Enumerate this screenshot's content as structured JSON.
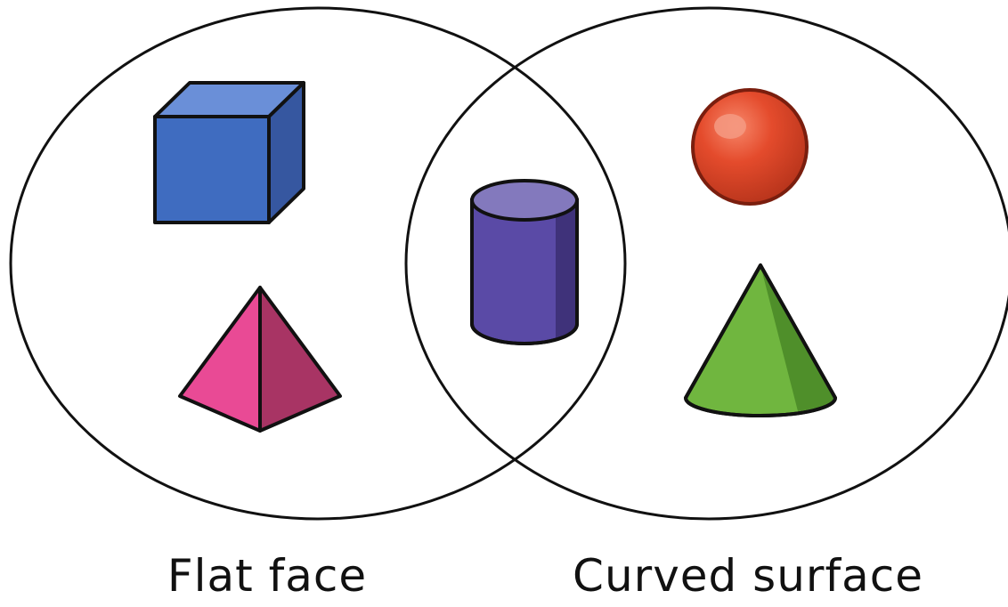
{
  "venn": {
    "sets": [
      {
        "label": "Flat face",
        "items": [
          "cube",
          "pyramid"
        ]
      },
      {
        "label": "Curved surface",
        "items": [
          "sphere",
          "cone"
        ]
      }
    ],
    "intersection": {
      "items": [
        "cylinder"
      ]
    }
  },
  "colors": {
    "outline": "#111111",
    "cube": "#3f6cc0",
    "pyramid": "#e0478f",
    "cylinder": "#5a4aa6",
    "sphere": "#e44b2c",
    "cone": "#70b63f"
  },
  "icons": {
    "cube": "cube-icon",
    "pyramid": "pyramid-icon",
    "cylinder": "cylinder-icon",
    "sphere": "sphere-icon",
    "cone": "cone-icon"
  }
}
